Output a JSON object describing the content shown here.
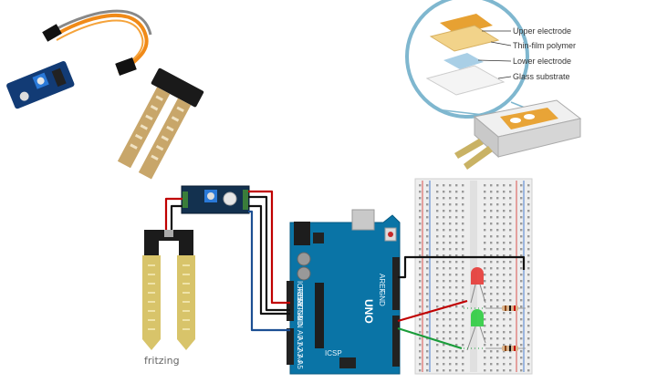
{
  "layers": {
    "upper_electrode": "Upper electrode",
    "thin_film_polymer": "Thin-film polymer",
    "lower_electrode": "Lower electrode",
    "glass_substrate": "Glass substrate"
  },
  "watermark": "fritzing",
  "board": {
    "brand": "UNO",
    "aref": "AREF",
    "gnd": "GND",
    "power_labels": [
      "IOREF",
      "RESET",
      "3V3",
      "5V",
      "GND",
      "GND",
      "VIN"
    ],
    "analog_labels": [
      "A0",
      "A1",
      "A2",
      "A3",
      "A4",
      "A5"
    ],
    "icsp": "ICSP"
  },
  "colors": {
    "arduino_blue": "#0a74a6",
    "breadboard": "#eeeeee",
    "sensor_pcb": "#13314f",
    "probe": "#d8c46a",
    "wire_red": "#c00000",
    "wire_green": "#1a9c3a",
    "wire_black": "#111111",
    "wire_blue": "#1c4f93",
    "led_red": "#e53935",
    "led_green": "#2ecc40"
  }
}
